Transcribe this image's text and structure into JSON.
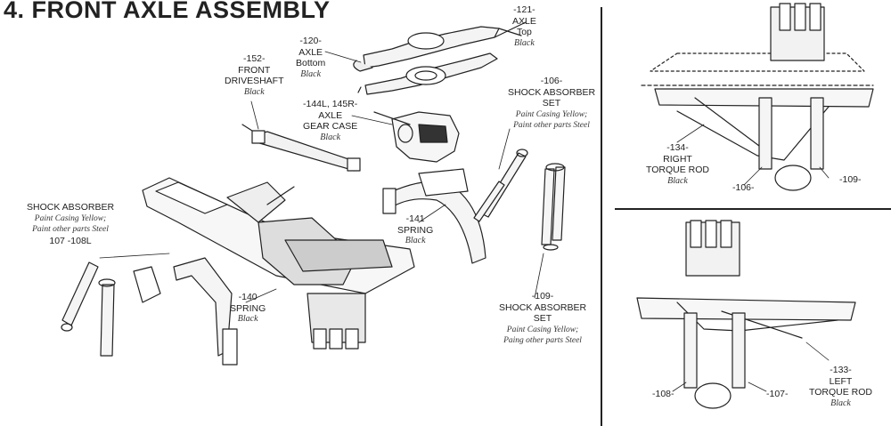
{
  "title": "4. FRONT AXLE ASSEMBLY",
  "parts": {
    "axle_top": {
      "number": "-121-",
      "name_1": "AXLE",
      "name_2": "Top",
      "color": "Black"
    },
    "axle_bottom": {
      "number": "-120-",
      "name_1": "AXLE",
      "name_2": "Bottom",
      "color": "Black"
    },
    "front_driveshaft": {
      "number": "-152-",
      "name_1": "FRONT",
      "name_2": "DRIVESHAFT",
      "color": "Black"
    },
    "axle_gear_case": {
      "number": "-144L, 145R-",
      "name_1": "AXLE",
      "name_2": "GEAR CASE",
      "color": "Black"
    },
    "shock_absorber_set_106": {
      "number": "-106-",
      "name_1": "SHOCK ABSORBER",
      "name_2": "SET",
      "paint_1": "Paint Casing Yellow;",
      "paint_2": "Paint other parts Steel"
    },
    "shock_absorber_left": {
      "name_1": "SHOCK ABSORBER",
      "paint_1": "Paint Casing Yellow;",
      "paint_2": "Paint other parts Steel",
      "number": "107 -108L"
    },
    "spring_141": {
      "number": "-141",
      "name_1": "SPRING",
      "color": "Black"
    },
    "spring_140": {
      "number": "-140",
      "name_1": "SPRING",
      "color": "Black"
    },
    "shock_absorber_set_109": {
      "number": "-109-",
      "name_1": "SHOCK ABSORBER",
      "name_2": "SET",
      "paint_1": "Paint Casing Yellow;",
      "paint_2": "Paing other parts Steel"
    }
  },
  "inset_top": {
    "right_torque_rod": {
      "number": "-134-",
      "name_1": "RIGHT",
      "name_2": "TORQUE ROD",
      "color": "Black"
    },
    "callout_106": "-106-",
    "callout_109": "-109-"
  },
  "inset_bottom": {
    "left_torque_rod": {
      "number": "-133-",
      "name_1": "LEFT",
      "name_2": "TORQUE ROD",
      "color": "Black"
    },
    "callout_108": "-108-",
    "callout_107": "-107-"
  }
}
